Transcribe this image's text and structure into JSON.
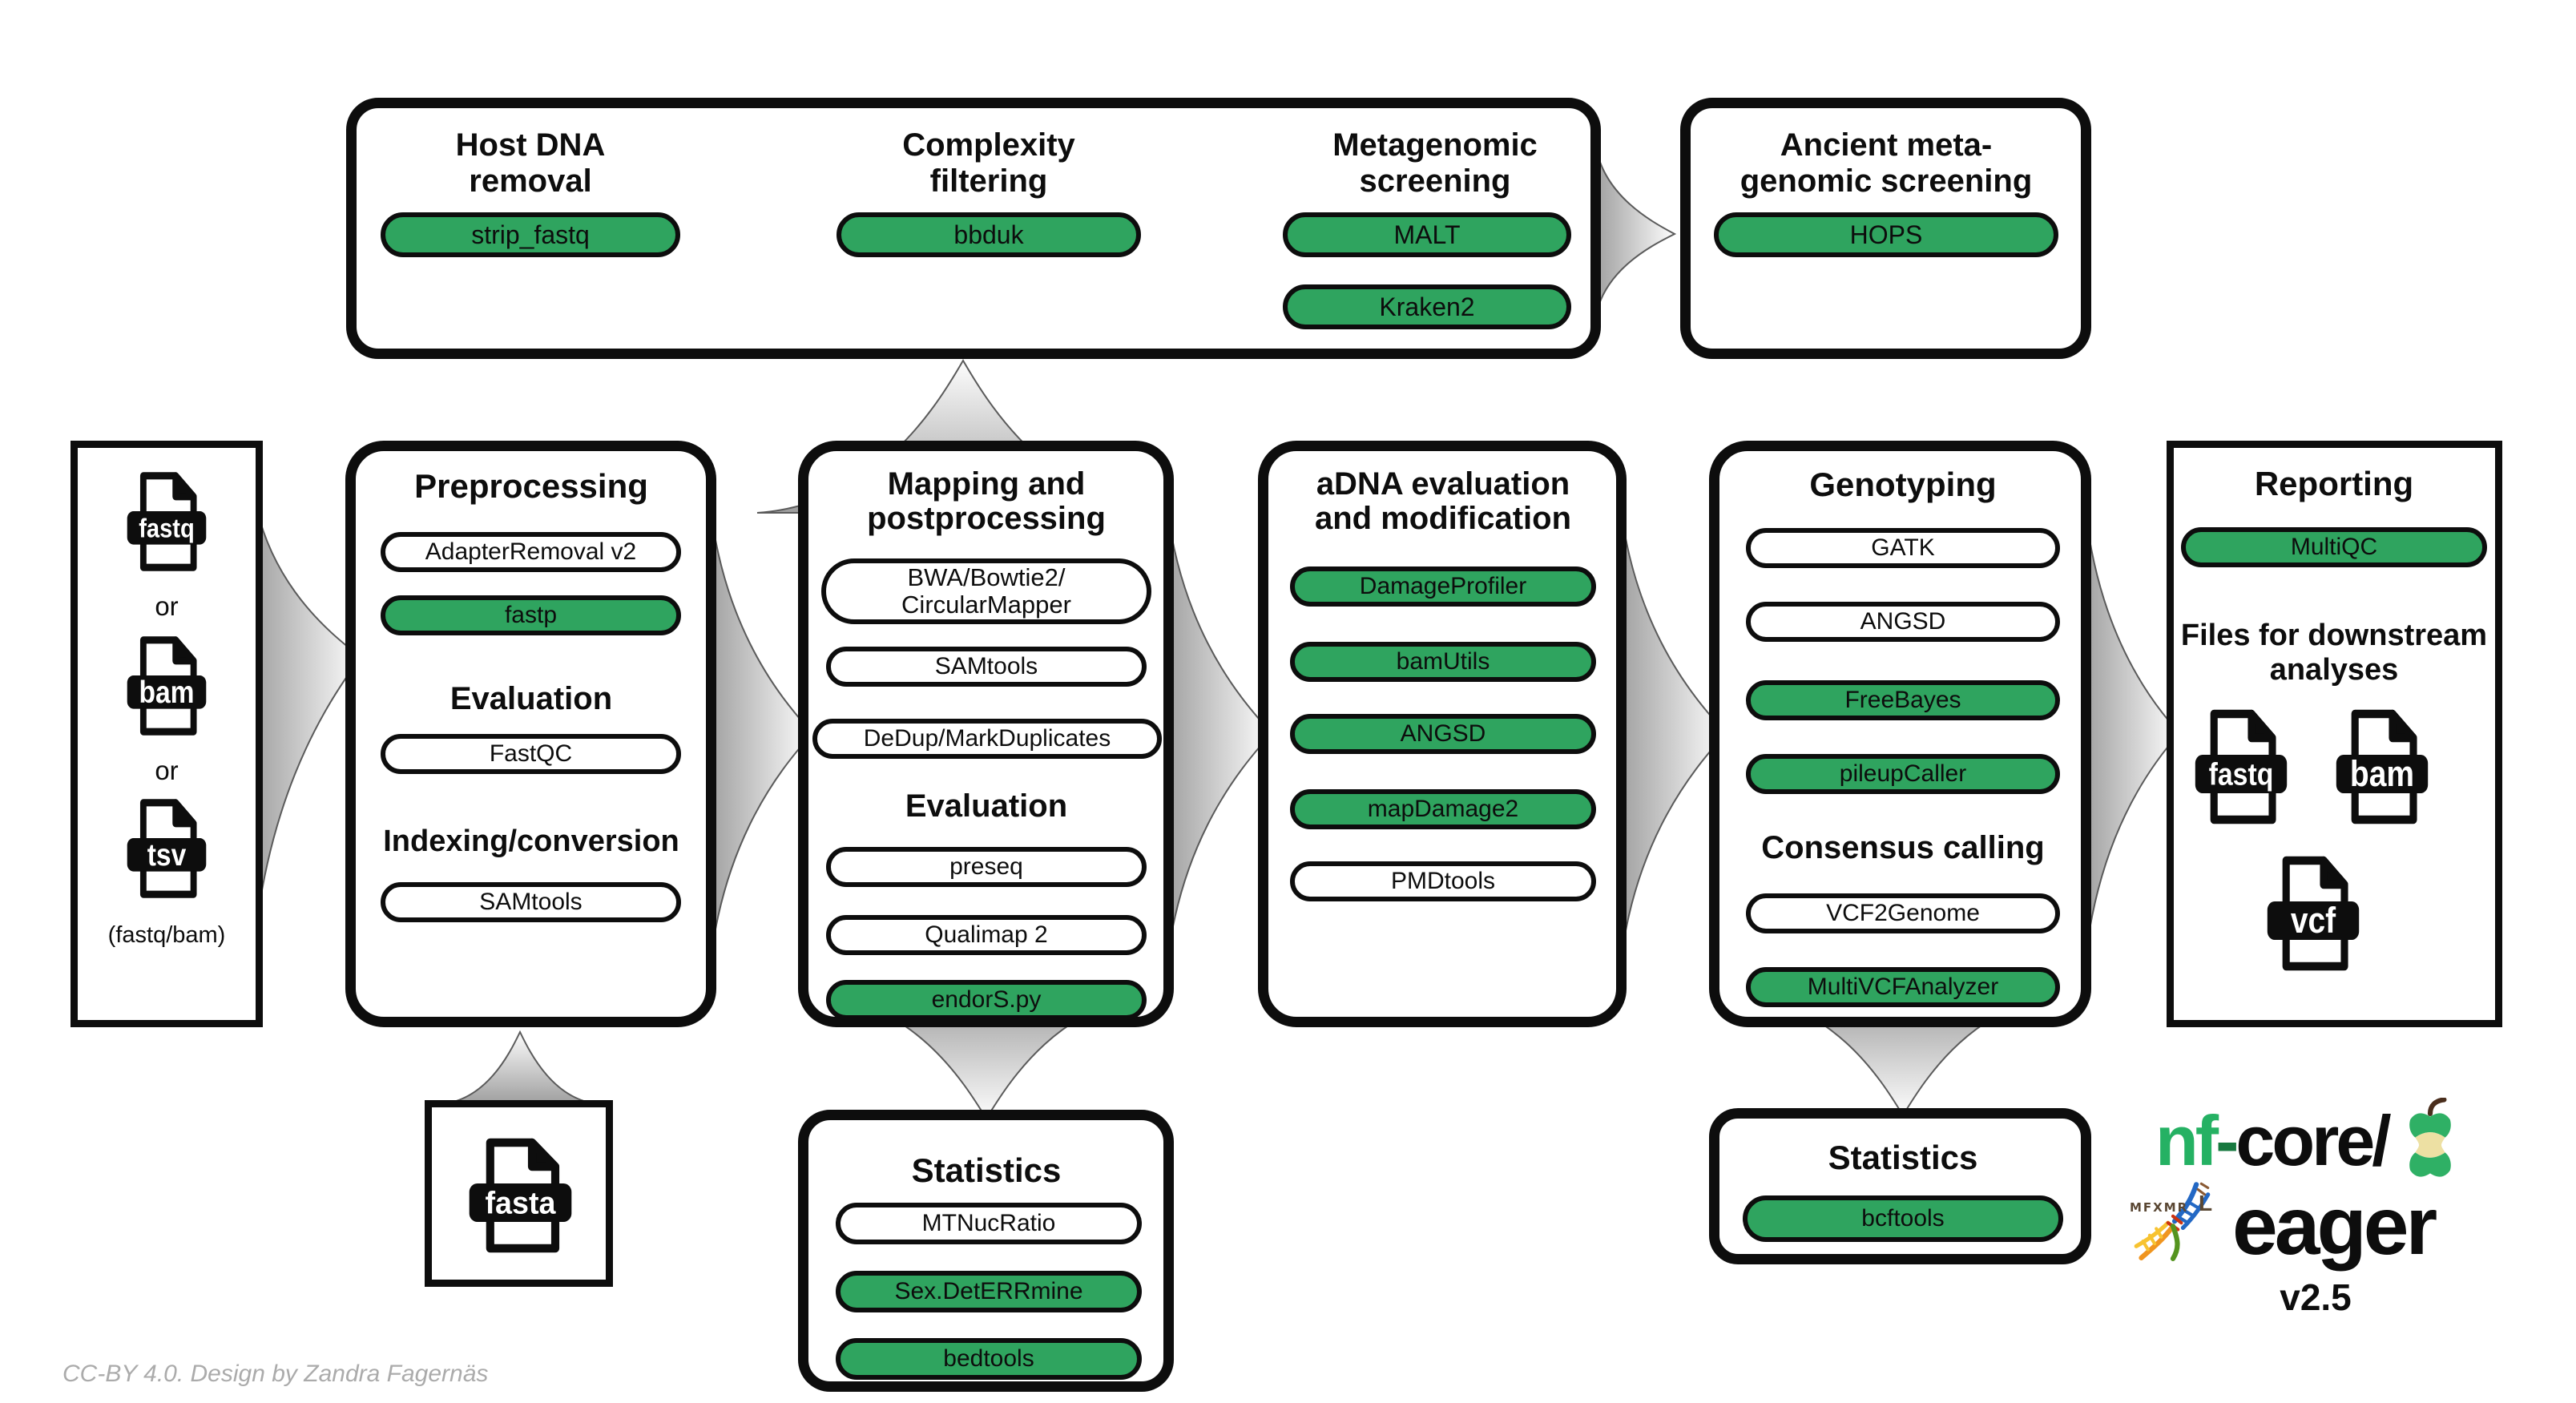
{
  "colors": {
    "green": "#2FA45F",
    "ink": "#0D0D0D",
    "arrow_gray": "#A5A5A5",
    "logo_green": "#25B163",
    "rune_brown": "#5A4733",
    "credit_gray": "#ABABAB"
  },
  "top_row": {
    "host_dna": {
      "title_line1": "Host DNA",
      "title_line2": "removal",
      "tool": "strip_fastq"
    },
    "complexity": {
      "title_line1": "Complexity",
      "title_line2": "filtering",
      "tool": "bbduk"
    },
    "metagenomic": {
      "title_line1": "Metagenomic",
      "title_line2": "screening",
      "tool_1": "MALT",
      "tool_2": "Kraken2"
    },
    "ancient": {
      "title_line1": "Ancient meta-",
      "title_line2": "genomic screening",
      "tool": "HOPS"
    }
  },
  "inputs": {
    "file_1": "fastq",
    "or_1": "or",
    "file_2": "bam",
    "or_2": "or",
    "file_3": "tsv",
    "caption": "(fastq/bam)"
  },
  "preprocessing": {
    "title": "Preprocessing",
    "tool_1": "AdapterRemoval v2",
    "tool_2": "fastp",
    "subtitle_1": "Evaluation",
    "tool_3": "FastQC",
    "subtitle_2": "Indexing/conversion",
    "tool_4": "SAMtools"
  },
  "mapping": {
    "title_line1": "Mapping and",
    "title_line2": "postprocessing",
    "tool_1_line1": "BWA/Bowtie2/",
    "tool_1_line2": "CircularMapper",
    "tool_2": "SAMtools",
    "tool_3": "DeDup/MarkDuplicates",
    "subtitle": "Evaluation",
    "tool_4": "preseq",
    "tool_5": "Qualimap 2",
    "tool_6": "endorS.py"
  },
  "adna": {
    "title_line1": "aDNA evaluation",
    "title_line2": "and modification",
    "tool_1": "DamageProfiler",
    "tool_2": "bamUtils",
    "tool_3": "ANGSD",
    "tool_4": "mapDamage2",
    "tool_5": "PMDtools"
  },
  "genotyping": {
    "title": "Genotyping",
    "tool_1": "GATK",
    "tool_2": "ANGSD",
    "tool_3": "FreeBayes",
    "tool_4": "pileupCaller",
    "subtitle": "Consensus calling",
    "tool_5": "VCF2Genome",
    "tool_6": "MultiVCFAnalyzer"
  },
  "reporting": {
    "title": "Reporting",
    "tool_1": "MultiQC",
    "subtitle_line1": "Files for downstream",
    "subtitle_line2": "analyses",
    "file_1": "fastq",
    "file_2": "bam",
    "file_3": "vcf"
  },
  "statistics_mapping": {
    "title": "Statistics",
    "tool_1": "MTNucRatio",
    "tool_2": "Sex.DetERRmine",
    "tool_3": "bedtools"
  },
  "statistics_genotyping": {
    "title": "Statistics",
    "tool_1": "bcftools"
  },
  "reference": {
    "file": "fasta"
  },
  "logo": {
    "nf": "nf",
    "dash": "-",
    "core": "core/",
    "eager": "eager",
    "version": "v2.5",
    "runes": "MFXMR",
    "rune_l": "L"
  },
  "credit": "CC-BY 4.0. Design by Zandra Fagernäs"
}
